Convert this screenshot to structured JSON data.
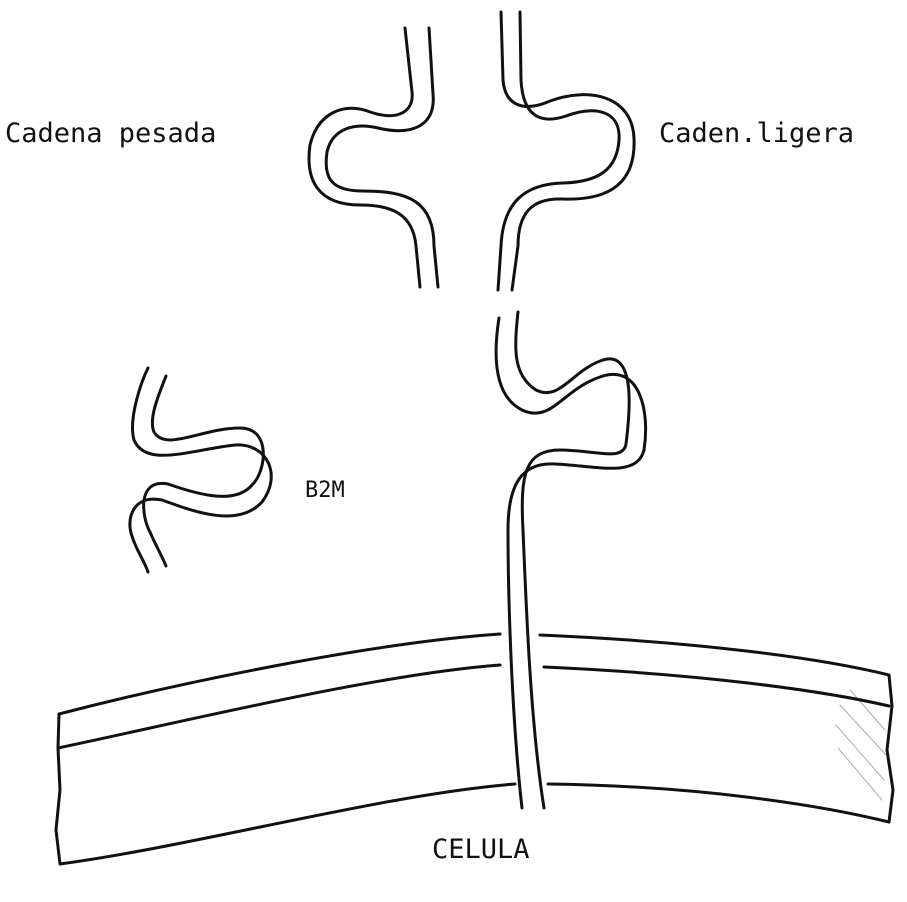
{
  "labels": {
    "heavy_chain": "Cadena pesada",
    "light_chain": "Caden.ligera",
    "b2m": "B2M",
    "cell": "CELULA"
  },
  "colors": {
    "ink": "#111111",
    "background": "#ffffff"
  }
}
